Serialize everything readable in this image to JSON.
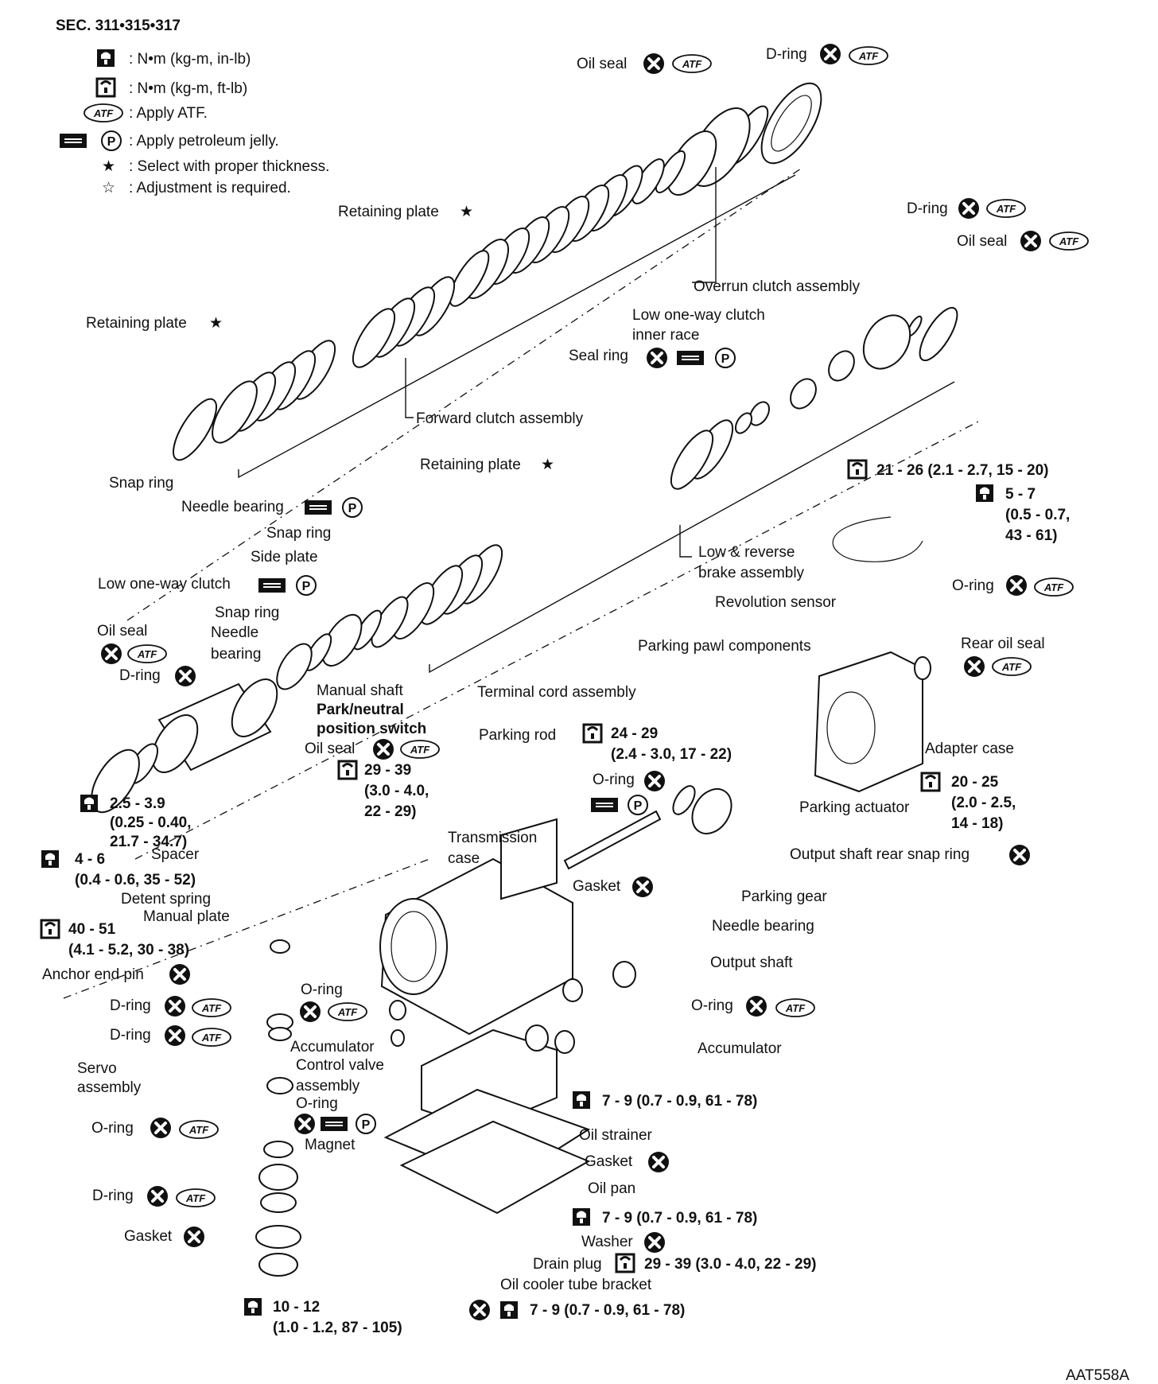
{
  "header": {
    "title": "SEC. 311•315•317"
  },
  "legend": [
    {
      "icon": "torque-wrench-inlb-icon",
      "text": ": N•m (kg-m, in-lb)"
    },
    {
      "icon": "torque-wrench-ftlb-icon",
      "text": ": N•m (kg-m, ft-lb)"
    },
    {
      "icon": "atf-icon",
      "text": ": Apply ATF."
    },
    {
      "icon": "petroleum-jelly-icon",
      "text": ": Apply petroleum jelly."
    },
    {
      "icon": "solid-star-icon",
      "text": ": Select with proper thickness."
    },
    {
      "icon": "hollow-star-icon",
      "text": ": Adjustment is required."
    }
  ],
  "symbols": {
    "atf": "ATF",
    "p": "P",
    "star_solid": "★",
    "star_hollow": "☆",
    "x": "✕"
  },
  "labels": {
    "oil_seal_top": "Oil seal",
    "d_ring_top": "D-ring",
    "retaining_plate_1": "Retaining plate",
    "d_ring_right": "D-ring",
    "oil_seal_right": "Oil seal",
    "overrun_clutch": "Overrun clutch assembly",
    "retaining_plate_2": "Retaining plate",
    "low_oneway_inner_1": "Low one-way clutch",
    "low_oneway_inner_2": "inner race",
    "seal_ring": "Seal ring",
    "forward_clutch": "Forward clutch assembly",
    "retaining_plate_3": "Retaining plate",
    "torque_21": "21 - 26 (2.1 - 2.7, 15 - 20)",
    "snap_ring_1": "Snap ring",
    "needle_bearing_1": "Needle bearing",
    "torque_5_1": "5 - 7",
    "torque_5_2": "(0.5 - 0.7,",
    "torque_5_3": "43 - 61)",
    "snap_ring_2": "Snap ring",
    "side_plate": "Side plate",
    "low_reverse_1": "Low & reverse",
    "low_reverse_2": "brake assembly",
    "low_oneway": "Low one-way clutch",
    "o_ring_right": "O-ring",
    "snap_ring_3": "Snap ring",
    "revolution_sensor": "Revolution sensor",
    "oil_seal_left": "Oil seal",
    "needle_bearing_2a": "Needle",
    "needle_bearing_2b": "bearing",
    "parking_pawl": "Parking pawl components",
    "rear_oil_seal": "Rear oil seal",
    "d_ring_left": "D-ring",
    "manual_shaft": "Manual shaft",
    "terminal_cord": "Terminal cord assembly",
    "park_neutral_1": "Park/neutral",
    "park_neutral_2": "position switch",
    "parking_rod": "Parking rod",
    "torque_24_1": "24 - 29",
    "torque_24_2": "(2.4 - 3.0, 17 - 22)",
    "adapter_case": "Adapter case",
    "oil_seal_mid": "Oil seal",
    "torque_29_1": "29 - 39",
    "torque_29_2": "(3.0 - 4.0,",
    "torque_29_3": "22 - 29)",
    "o_ring_mid": "O-ring",
    "torque_20_1": "20 - 25",
    "torque_20_2": "(2.0 - 2.5,",
    "torque_20_3": "14 - 18)",
    "torque_25_1": "2.5 - 3.9",
    "torque_25_2": "(0.25 - 0.40,",
    "torque_25_3": "21.7 - 34.7)",
    "parking_actuator": "Parking actuator",
    "spacer": "Spacer",
    "transmission_case_1": "Transmission",
    "transmission_case_2": "case",
    "torque_4_1": "4 - 6",
    "torque_4_2": "(0.4 - 0.6, 35 - 52)",
    "output_snap": "Output shaft rear snap ring",
    "detent_spring": "Detent spring",
    "gasket_1": "Gasket",
    "manual_plate": "Manual plate",
    "parking_gear": "Parking gear",
    "torque_40_1": "40 - 51",
    "torque_40_2": "(4.1 - 5.2, 30 - 38)",
    "needle_bearing_3": "Needle bearing",
    "anchor_end_pin": "Anchor end pin",
    "output_shaft": "Output shaft",
    "o_ring_l1": "O-ring",
    "d_ring_l1": "D-ring",
    "o_ring_r2": "O-ring",
    "d_ring_l2": "D-ring",
    "accumulator_1": "Accumulator",
    "accumulator_2": "Accumulator",
    "servo_1": "Servo",
    "servo_2": "assembly",
    "control_valve_1": "Control valve",
    "control_valve_2": "assembly",
    "o_ring_l2": "O-ring",
    "torque_7_a": "7 - 9 (0.7 - 0.9, 61 - 78)",
    "o_ring_l3": "O-ring",
    "magnet": "Magnet",
    "oil_strainer": "Oil strainer",
    "gasket_2": "Gasket",
    "oil_pan": "Oil pan",
    "d_ring_l3": "D-ring",
    "torque_7_b": "7 - 9 (0.7 - 0.9, 61 - 78)",
    "gasket_3": "Gasket",
    "washer": "Washer",
    "drain_plug": "Drain plug",
    "torque_29_b": "29 - 39 (3.0 - 4.0, 22 - 29)",
    "oil_cooler": "Oil cooler tube bracket",
    "torque_10_1": "10 - 12",
    "torque_10_2": "(1.0 - 1.2, 87 - 105)",
    "torque_7_c": "7 - 9 (0.7 - 0.9, 61 - 78)",
    "figure_code": "AAT558A"
  }
}
